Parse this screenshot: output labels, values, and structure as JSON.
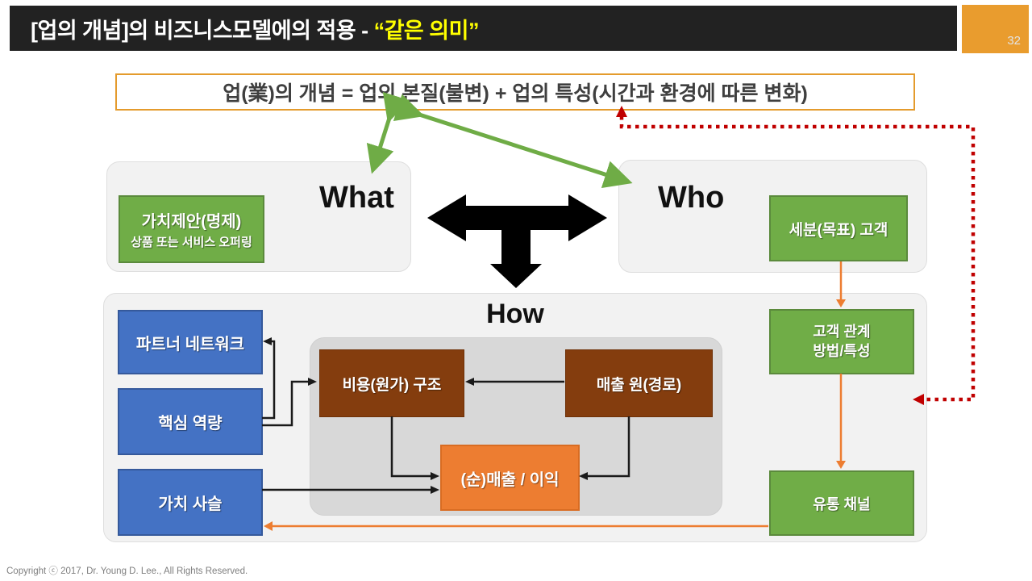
{
  "header": {
    "title": "[업의 개념]의 비즈니스모델에의 적용 - ",
    "title_accent": "“같은 의미”",
    "page_number": "32"
  },
  "formula": {
    "text": "업(業)의 개념 = 업의 본질(불변) + 업의 특성(시간과 환경에 따른 변화)"
  },
  "what": {
    "label": "What",
    "box_title": "가치제안(명제)",
    "box_subtitle": "상품 또는 서비스 오퍼링"
  },
  "who": {
    "label": "Who",
    "box_label": "세분(목표) 고객"
  },
  "how": {
    "label": "How",
    "partner_box": "파트너 네트워크",
    "competence_box": "핵심 역량",
    "valuechain_box": "가치 사슬",
    "cost_box": "비용(원가) 구조",
    "revenue_box": "매출 원(경로)",
    "profit_box": "(순)매출 / 이익",
    "customer_relation_line1": "고객 관계",
    "customer_relation_line2": "방법/특성",
    "channel_box": "유통 채널"
  },
  "footer": {
    "copyright": "Copyright ⓒ 2017,  Dr. Young D. Lee.,  All Rights Reserved."
  },
  "colors": {
    "header_bg": "#222222",
    "page_box_orange": "#E99C2E",
    "formula_border_orange": "#E49B2D",
    "box_green": "#70AD47",
    "box_blue": "#4472C4",
    "box_brown": "#843D0E",
    "box_orange": "#ED7D31",
    "arrow_green": "#6FAC46",
    "arrow_red": "#C00000",
    "arrow_orange": "#ED7D31",
    "arrow_black": "#1A1A1A"
  }
}
